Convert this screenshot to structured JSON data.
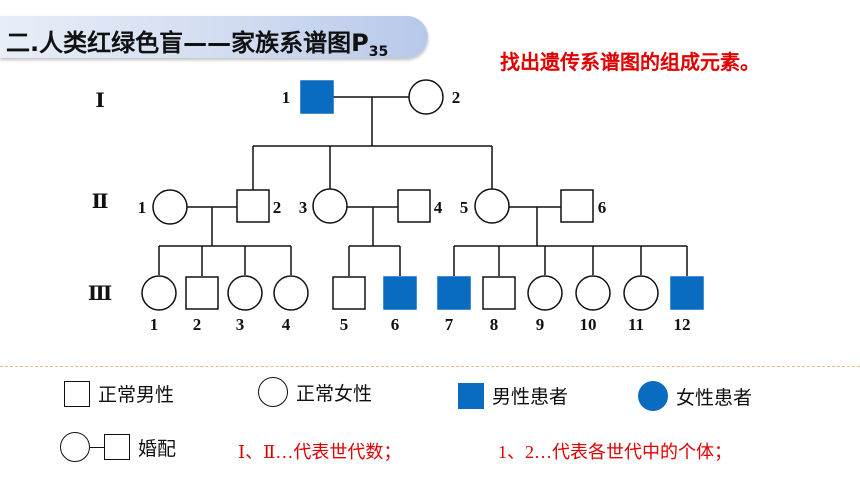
{
  "title": {
    "main": "二.人类红绿色盲——家族系谱图P",
    "sub": "35"
  },
  "task_note": "找出遗传系谱图的组成元素。",
  "generations": {
    "g1": "Ⅰ",
    "g2": "Ⅱ",
    "g3": "Ⅲ"
  },
  "individuals": {
    "g1": [
      {
        "id": "1",
        "sex": "male",
        "affected": true
      },
      {
        "id": "2",
        "sex": "female",
        "affected": false
      }
    ],
    "g2": [
      {
        "id": "1",
        "sex": "female",
        "affected": false
      },
      {
        "id": "2",
        "sex": "male",
        "affected": false
      },
      {
        "id": "3",
        "sex": "female",
        "affected": false
      },
      {
        "id": "4",
        "sex": "male",
        "affected": false
      },
      {
        "id": "5",
        "sex": "female",
        "affected": false
      },
      {
        "id": "6",
        "sex": "male",
        "affected": false
      }
    ],
    "g3": [
      {
        "id": "1",
        "sex": "female",
        "affected": false
      },
      {
        "id": "2",
        "sex": "male",
        "affected": false
      },
      {
        "id": "3",
        "sex": "female",
        "affected": false
      },
      {
        "id": "4",
        "sex": "female",
        "affected": false
      },
      {
        "id": "5",
        "sex": "male",
        "affected": false
      },
      {
        "id": "6",
        "sex": "male",
        "affected": true
      },
      {
        "id": "7",
        "sex": "male",
        "affected": true
      },
      {
        "id": "8",
        "sex": "male",
        "affected": false
      },
      {
        "id": "9",
        "sex": "female",
        "affected": false
      },
      {
        "id": "10",
        "sex": "female",
        "affected": false
      },
      {
        "id": "11",
        "sex": "female",
        "affected": false
      },
      {
        "id": "12",
        "sex": "male",
        "affected": true
      }
    ]
  },
  "legend": {
    "normal_male": "正常男性",
    "normal_female": "正常女性",
    "affected_male": "男性患者",
    "affected_female": "女性患者",
    "marriage": "婚配"
  },
  "notes": {
    "generation_note": "Ⅰ、Ⅱ…代表世代数；",
    "individual_note": "1、2…代表各世代中的个体；"
  },
  "colors": {
    "affected": "#0a6cc0",
    "note_red": "#e00000",
    "line": "#111111"
  }
}
